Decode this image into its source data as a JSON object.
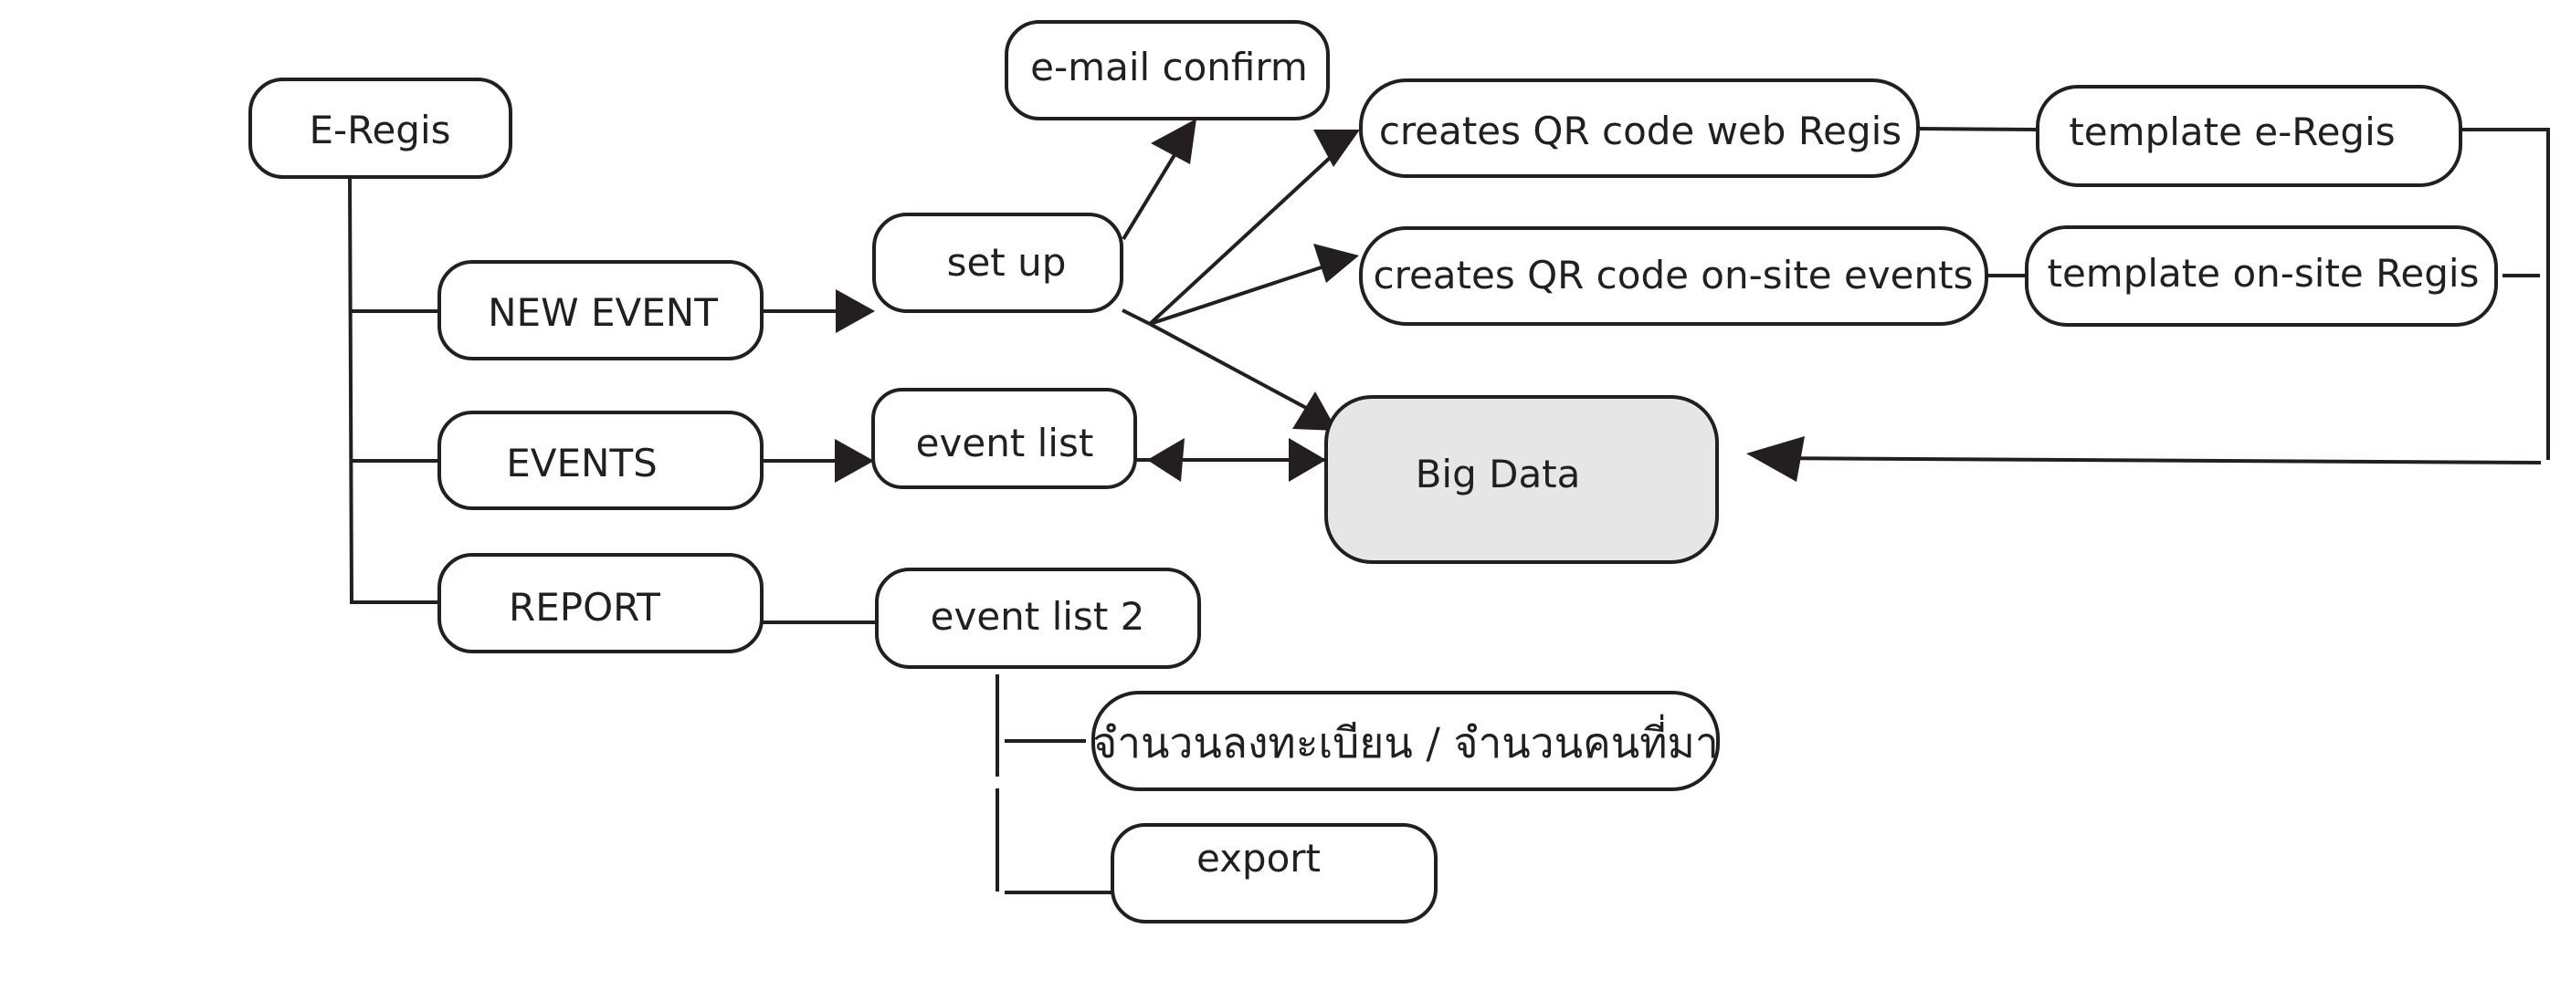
{
  "diagram": {
    "nodes": [
      {
        "id": "e-regis",
        "label": "E-Regis"
      },
      {
        "id": "new-event",
        "label": "NEW EVENT"
      },
      {
        "id": "events",
        "label": "EVENTS"
      },
      {
        "id": "report",
        "label": "REPORT"
      },
      {
        "id": "set-up",
        "label": "set up"
      },
      {
        "id": "email-confirm",
        "label": "e-mail confirm"
      },
      {
        "id": "event-list",
        "label": "event list"
      },
      {
        "id": "event-list-2",
        "label": "event list 2"
      },
      {
        "id": "qr-web-regis",
        "label": "creates QR code web Regis"
      },
      {
        "id": "qr-onsite-events",
        "label": "creates QR code on-site events"
      },
      {
        "id": "template-e-regis",
        "label": "template e-Regis"
      },
      {
        "id": "template-onsite-regis",
        "label": "template on-site Regis"
      },
      {
        "id": "big-data",
        "label": "Big Data"
      },
      {
        "id": "registration-count",
        "label": "จำนวนลงทะเบียน / จำนวนคนที่มา"
      },
      {
        "id": "export",
        "label": "export"
      }
    ],
    "edges": [
      {
        "from": "e-regis",
        "to": "new-event",
        "type": "line"
      },
      {
        "from": "e-regis",
        "to": "events",
        "type": "line"
      },
      {
        "from": "e-regis",
        "to": "report",
        "type": "line"
      },
      {
        "from": "new-event",
        "to": "set-up",
        "type": "arrow"
      },
      {
        "from": "events",
        "to": "event-list",
        "type": "arrow"
      },
      {
        "from": "report",
        "to": "event-list-2",
        "type": "line"
      },
      {
        "from": "set-up",
        "to": "email-confirm",
        "type": "arrow"
      },
      {
        "from": "set-up",
        "to": "qr-web-regis",
        "type": "arrow"
      },
      {
        "from": "set-up",
        "to": "qr-onsite-events",
        "type": "arrow"
      },
      {
        "from": "set-up",
        "to": "big-data",
        "type": "arrow"
      },
      {
        "from": "event-list",
        "to": "big-data",
        "type": "bidirectional"
      },
      {
        "from": "qr-web-regis",
        "to": "template-e-regis",
        "type": "line"
      },
      {
        "from": "qr-onsite-events",
        "to": "template-onsite-regis",
        "type": "line"
      },
      {
        "from": "template-e-regis",
        "to": "big-data",
        "type": "arrow"
      },
      {
        "from": "template-onsite-regis",
        "to": "big-data",
        "type": "arrow"
      },
      {
        "from": "event-list-2",
        "to": "registration-count",
        "type": "line"
      },
      {
        "from": "event-list-2",
        "to": "export",
        "type": "line"
      }
    ],
    "colors": {
      "stroke": "#231f20",
      "node_fill": "#ffffff",
      "database_fill": "#e6e6e6"
    }
  }
}
